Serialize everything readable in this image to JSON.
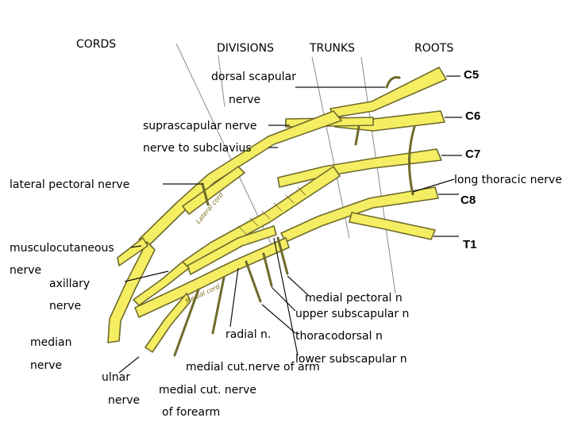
{
  "colors": {
    "nerve_fill": "#f5ee63",
    "nerve_stroke": "#6e6a2b",
    "line": "#111111",
    "guide": "#777777"
  },
  "headers": {
    "cords": "CORDS",
    "divisions": "DIVISIONS",
    "trunks": "TRUNKS",
    "roots": "ROOTS"
  },
  "roots": {
    "c5": "C5",
    "c6": "C6",
    "c7": "C7",
    "c8": "C8",
    "t1": "T1"
  },
  "labels": {
    "dorsal_scapular_1": "dorsal scapular",
    "dorsal_scapular_2": "nerve",
    "suprascapular": "suprascapular nerve",
    "nerve_to_subclavius": "nerve to subclavius",
    "lateral_pectoral": "lateral pectoral nerve",
    "long_thoracic": "long thoracic nerve",
    "musculocutaneous_1": "musculocutaneous",
    "musculocutaneous_2": "nerve",
    "axillary_1": "axillary",
    "axillary_2": "nerve",
    "median_1": "median",
    "median_2": "nerve",
    "ulnar_1": "ulnar",
    "ulnar_2": "nerve",
    "radial": "radial n.",
    "medial_pectoral": "medial pectoral n",
    "upper_subscapular": "upper subscapular n",
    "thoracodorsal": "thoracodorsal n",
    "lower_subscapular": "lower subscapular n",
    "medial_cut_arm": "medial cut.nerve of arm",
    "medial_cut_forearm_1": "medial cut. nerve",
    "medial_cut_forearm_2": "of forearm"
  },
  "cord_labels": {
    "lateral_cord": "Lateral cord",
    "medial_cord": "Medial cord"
  }
}
